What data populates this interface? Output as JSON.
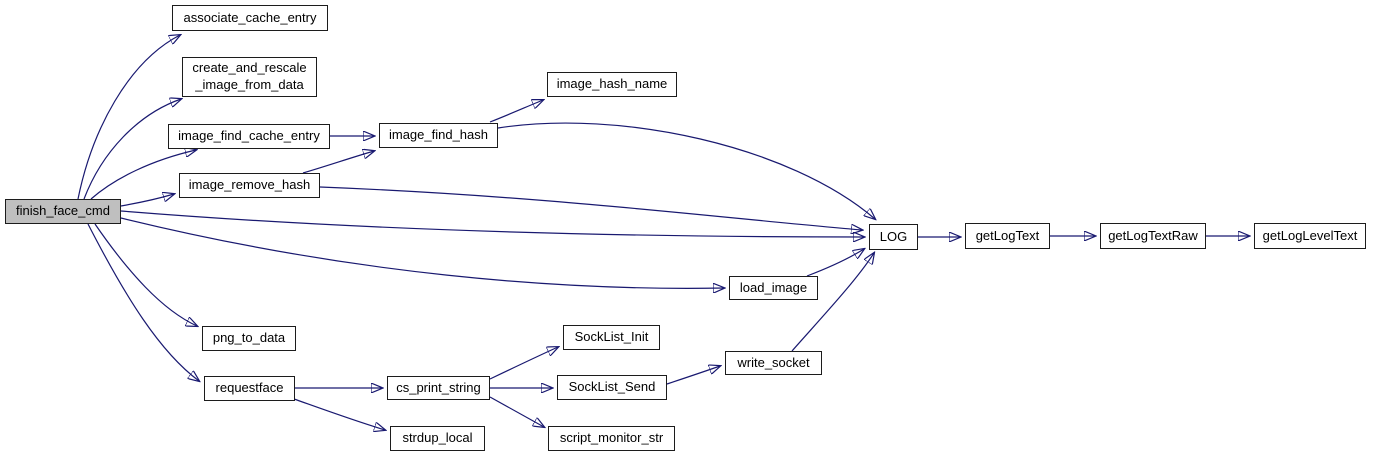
{
  "diagram": {
    "type": "call-graph",
    "colors": {
      "edge": "#191970",
      "node_fill": "#ffffff",
      "node_border": "#1c1c1c",
      "highlight_fill": "#bfbfbf",
      "text": "#000000"
    },
    "nodes": [
      {
        "id": "finish_face_cmd",
        "label": "finish_face_cmd",
        "highlighted": true
      },
      {
        "id": "associate_cache_entry",
        "label": "associate_cache_entry",
        "highlighted": false
      },
      {
        "id": "create_and_rescale_image_from_data",
        "label": "create_and_rescale\n_image_from_data",
        "highlighted": false
      },
      {
        "id": "image_find_cache_entry",
        "label": "image_find_cache_entry",
        "highlighted": false
      },
      {
        "id": "image_remove_hash",
        "label": "image_remove_hash",
        "highlighted": false
      },
      {
        "id": "image_find_hash",
        "label": "image_find_hash",
        "highlighted": false
      },
      {
        "id": "image_hash_name",
        "label": "image_hash_name",
        "highlighted": false
      },
      {
        "id": "png_to_data",
        "label": "png_to_data",
        "highlighted": false
      },
      {
        "id": "requestface",
        "label": "requestface",
        "highlighted": false
      },
      {
        "id": "cs_print_string",
        "label": "cs_print_string",
        "highlighted": false
      },
      {
        "id": "strdup_local",
        "label": "strdup_local",
        "highlighted": false
      },
      {
        "id": "SockList_Init",
        "label": "SockList_Init",
        "highlighted": false
      },
      {
        "id": "SockList_Send",
        "label": "SockList_Send",
        "highlighted": false
      },
      {
        "id": "script_monitor_str",
        "label": "script_monitor_str",
        "highlighted": false
      },
      {
        "id": "write_socket",
        "label": "write_socket",
        "highlighted": false
      },
      {
        "id": "load_image",
        "label": "load_image",
        "highlighted": false
      },
      {
        "id": "LOG",
        "label": "LOG",
        "highlighted": false
      },
      {
        "id": "getLogText",
        "label": "getLogText",
        "highlighted": false
      },
      {
        "id": "getLogTextRaw",
        "label": "getLogTextRaw",
        "highlighted": false
      },
      {
        "id": "getLogLevelText",
        "label": "getLogLevelText",
        "highlighted": false
      }
    ],
    "edges": [
      {
        "from": "finish_face_cmd",
        "to": "associate_cache_entry"
      },
      {
        "from": "finish_face_cmd",
        "to": "create_and_rescale_image_from_data"
      },
      {
        "from": "finish_face_cmd",
        "to": "image_find_cache_entry"
      },
      {
        "from": "finish_face_cmd",
        "to": "image_remove_hash"
      },
      {
        "from": "finish_face_cmd",
        "to": "LOG"
      },
      {
        "from": "finish_face_cmd",
        "to": "load_image"
      },
      {
        "from": "finish_face_cmd",
        "to": "png_to_data"
      },
      {
        "from": "finish_face_cmd",
        "to": "requestface"
      },
      {
        "from": "image_find_cache_entry",
        "to": "image_find_hash"
      },
      {
        "from": "image_remove_hash",
        "to": "image_find_hash"
      },
      {
        "from": "image_remove_hash",
        "to": "LOG"
      },
      {
        "from": "image_find_hash",
        "to": "image_hash_name"
      },
      {
        "from": "image_find_hash",
        "to": "LOG"
      },
      {
        "from": "load_image",
        "to": "LOG"
      },
      {
        "from": "write_socket",
        "to": "LOG"
      },
      {
        "from": "LOG",
        "to": "getLogText"
      },
      {
        "from": "getLogText",
        "to": "getLogTextRaw"
      },
      {
        "from": "getLogTextRaw",
        "to": "getLogLevelText"
      },
      {
        "from": "requestface",
        "to": "cs_print_string"
      },
      {
        "from": "requestface",
        "to": "strdup_local"
      },
      {
        "from": "cs_print_string",
        "to": "SockList_Init"
      },
      {
        "from": "cs_print_string",
        "to": "SockList_Send"
      },
      {
        "from": "cs_print_string",
        "to": "script_monitor_str"
      },
      {
        "from": "SockList_Send",
        "to": "write_socket"
      }
    ]
  }
}
